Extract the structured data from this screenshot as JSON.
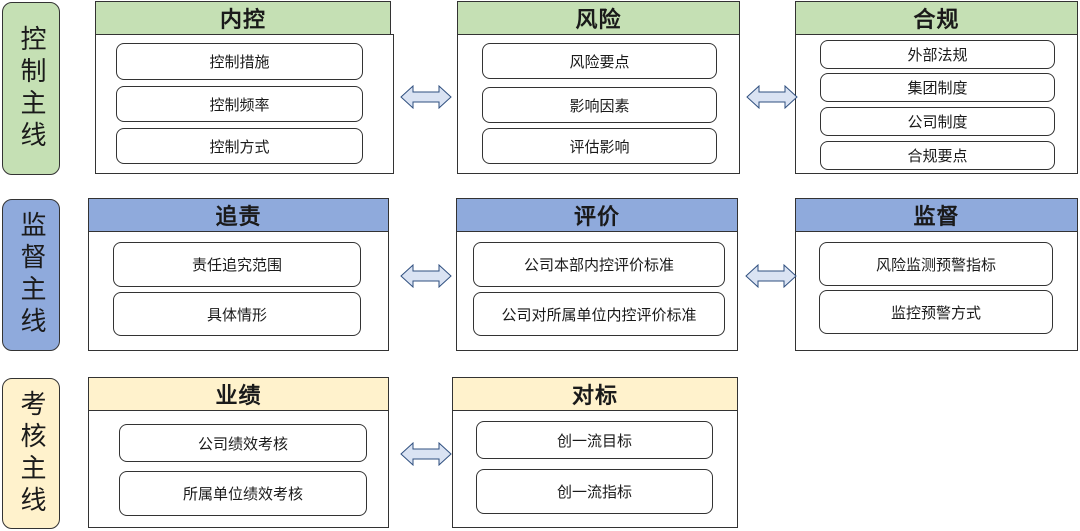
{
  "colors": {
    "control": "#c5e0b4",
    "supervise": "#8faadc",
    "assess": "#fff2cc"
  },
  "rows": [
    {
      "side_label": "控制主线",
      "panels": [
        {
          "title": "内控",
          "items": [
            "控制措施",
            "控制频率",
            "控制方式"
          ]
        },
        {
          "title": "风险",
          "items": [
            "风险要点",
            "影响因素",
            "评估影响"
          ]
        },
        {
          "title": "合规",
          "items": [
            "外部法规",
            "集团制度",
            "公司制度",
            "合规要点"
          ]
        }
      ]
    },
    {
      "side_label": "监督主线",
      "panels": [
        {
          "title": "追责",
          "items": [
            "责任追究范围",
            "具体情形"
          ]
        },
        {
          "title": "评价",
          "items": [
            "公司本部内控评价标准",
            "公司对所属单位内控评价标准"
          ]
        },
        {
          "title": "监督",
          "items": [
            "风险监测预警指标",
            "监控预警方式"
          ]
        }
      ]
    },
    {
      "side_label": "考核主线",
      "panels": [
        {
          "title": "业绩",
          "items": [
            "公司绩效考核",
            "所属单位绩效考核"
          ]
        },
        {
          "title": "对标",
          "items": [
            "创一流目标",
            "创一流指标"
          ]
        }
      ]
    }
  ]
}
